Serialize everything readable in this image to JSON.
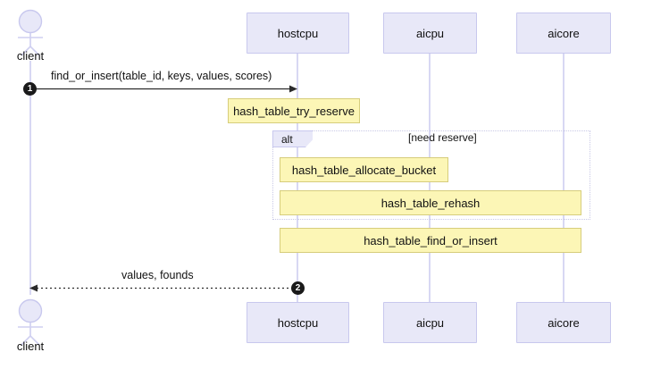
{
  "diagram": {
    "type": "uml-sequence-diagram",
    "colors": {
      "participant_fill": "#E8E8F8",
      "participant_border": "#C8C8EE",
      "activation_fill": "#FCF6B6",
      "activation_border": "#D6CD7C",
      "lifeline": "#CFCFF0",
      "frame_border": "#C9C9E6",
      "badge_fill": "#1A1A1A",
      "text": "#111111",
      "background": "#FFFFFF"
    },
    "actors": [
      {
        "name": "client",
        "label": "client",
        "icon": "actor-stick-figure"
      }
    ],
    "participants": [
      {
        "id": "hostcpu",
        "label": "hostcpu"
      },
      {
        "id": "aicpu",
        "label": "aicpu"
      },
      {
        "id": "aicore",
        "label": "aicore"
      }
    ],
    "messages": [
      {
        "seq": "1",
        "label": "find_or_insert(table_id, keys, values, scores)",
        "from": "client",
        "to": "hostcpu",
        "style": "solid",
        "direction": "right"
      },
      {
        "seq": "2",
        "label": "values, founds",
        "from": "hostcpu",
        "to": "client",
        "style": "dotted",
        "direction": "left"
      }
    ],
    "calls": [
      {
        "id": "try_reserve",
        "label": "hash_table_try_reserve"
      },
      {
        "id": "allocate_bucket",
        "label": "hash_table_allocate_bucket"
      },
      {
        "id": "rehash",
        "label": "hash_table_rehash"
      },
      {
        "id": "find_or_insert",
        "label": "hash_table_find_or_insert"
      }
    ],
    "fragment": {
      "operator": "alt",
      "condition": "[need reserve]"
    }
  }
}
